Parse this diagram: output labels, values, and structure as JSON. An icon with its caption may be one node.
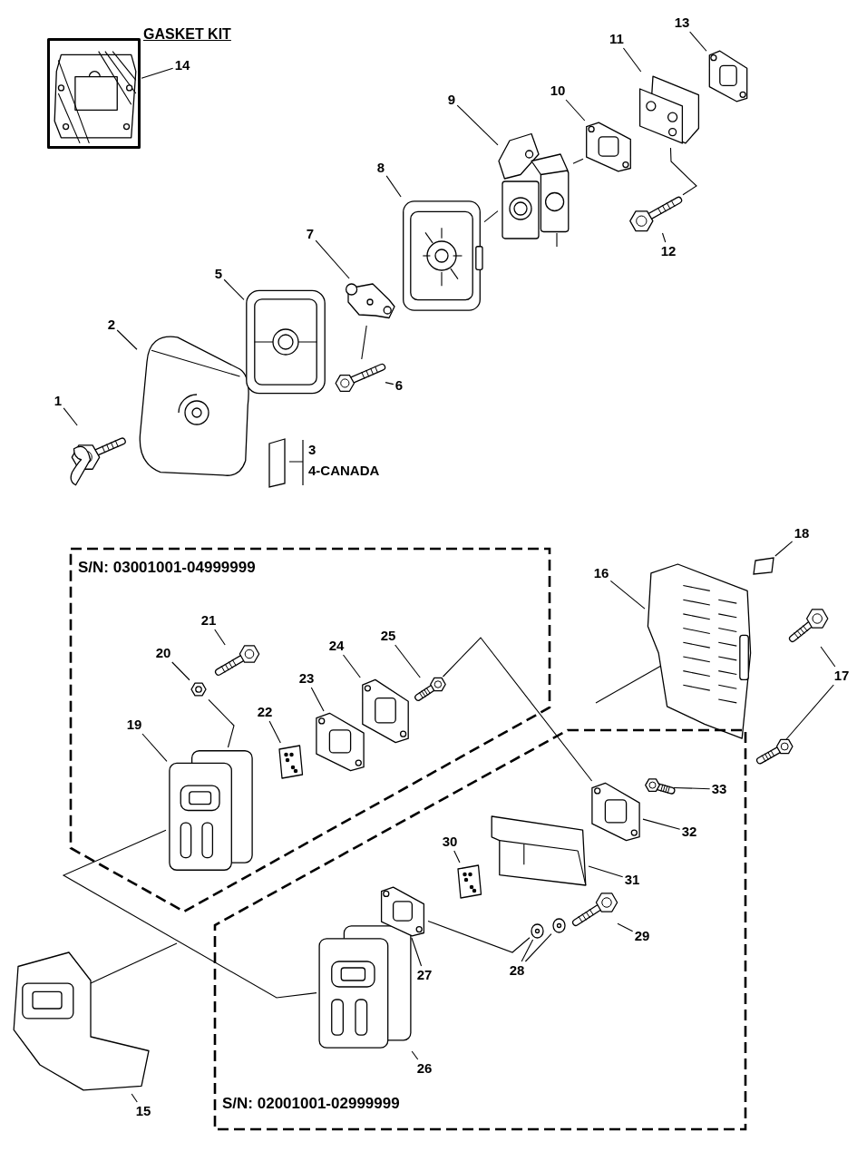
{
  "diagram": {
    "nodes": [
      {
        "text": [
          "14"
        ]
      },
      {
        "text": [],
        "shape": "picture"
      },
      {
        "text": [
          "1"
        ]
      },
      {
        "text": [],
        "shape": "picture"
      },
      {
        "text": [
          "2"
        ]
      },
      {
        "text": [],
        "shape": "picture"
      },
      {
        "text": [
          "5"
        ]
      },
      {
        "text": [],
        "shape": "picture"
      },
      {
        "text": [
          "6"
        ]
      },
      {
        "text": [],
        "shape": "picture"
      },
      {
        "text": [
          "7"
        ]
      },
      {
        "text": [],
        "shape": "picture"
      },
      {
        "text": [
          "8"
        ]
      },
      {
        "text": [],
        "shape": "picture"
      },
      {
        "text": [
          "9"
        ]
      },
      {
        "text": [],
        "shape": "picture"
      },
      {
        "text": [
          "10"
        ]
      },
      {
        "text": [],
        "shape": "picture"
      },
      {
        "text": [
          "11"
        ]
      },
      {
        "text": [],
        "shape": "picture"
      },
      {
        "text": [
          "12"
        ]
      },
      {
        "text": [],
        "shape": "picture"
      },
      {
        "text": [
          "13"
        ]
      },
      {
        "text": [],
        "shape": "picture"
      },
      {
        "text": [
          "S/N: 03001001-04999999"
        ]
      },
      {
        "text": [
          "19"
        ],
        "in": 24
      },
      {
        "text": [],
        "shape": "picture",
        "in": 24
      },
      {
        "text": [
          "20"
        ],
        "in": 24
      },
      {
        "text": [],
        "shape": "picture",
        "in": 24
      },
      {
        "text": [
          "21"
        ],
        "in": 24
      },
      {
        "text": [],
        "shape": "picture",
        "in": 24
      },
      {
        "text": [
          "22"
        ],
        "in": 24
      },
      {
        "text": [],
        "shape": "picture",
        "in": 24
      },
      {
        "text": [
          "23"
        ],
        "in": 24
      },
      {
        "text": [],
        "shape": "picture",
        "in": 24
      },
      {
        "text": [
          "24"
        ],
        "in": 24
      },
      {
        "text": [],
        "shape": "picture",
        "in": 24
      },
      {
        "text": [
          "25"
        ],
        "in": 24
      },
      {
        "text": [],
        "shape": "picture",
        "in": 24
      },
      {
        "text": [
          "16"
        ]
      },
      {
        "text": [],
        "shape": "picture"
      },
      {
        "text": [
          "17"
        ]
      },
      {
        "text": [],
        "shape": "picture"
      },
      {
        "text": [],
        "shape": "picture"
      },
      {
        "text": [
          "18"
        ]
      },
      {
        "text": [],
        "shape": "box"
      },
      {
        "text": [
          "S/N: 02001001-02999999"
        ]
      },
      {
        "text": [
          "26"
        ],
        "in": 46
      },
      {
        "text": [],
        "shape": "picture",
        "in": 46
      },
      {
        "text": [
          "27"
        ],
        "in": 46
      },
      {
        "text": [],
        "shape": "picture",
        "in": 46
      },
      {
        "text": [
          "28"
        ],
        "in": 46
      },
      {
        "text": [],
        "shape": "picture",
        "in": 46
      },
      {
        "text": [],
        "shape": "picture",
        "in": 46
      },
      {
        "text": [
          "29"
        ],
        "in": 46
      },
      {
        "text": [],
        "shape": "picture",
        "in": 46
      },
      {
        "text": [
          "30"
        ],
        "in": 46
      },
      {
        "text": [],
        "shape": "picture",
        "in": 46
      },
      {
        "text": [
          "31"
        ],
        "in": 46
      },
      {
        "text": [],
        "shape": "picture",
        "in": 46
      },
      {
        "text": [
          "32"
        ],
        "in": 46
      },
      {
        "text": [],
        "shape": "picture",
        "in": 46
      },
      {
        "text": [
          "33"
        ],
        "in": 46
      },
      {
        "text": [],
        "shape": "picture",
        "in": 46
      },
      {
        "text": [
          "15"
        ]
      },
      {
        "text": [],
        "shape": "picture"
      }
    ],
    "edges": [
      {
        "from": 0,
        "to": 1,
        "arrow": "none"
      },
      {
        "from": 2,
        "to": 3,
        "arrow": "none"
      },
      {
        "from": 4,
        "to": 5,
        "arrow": "none"
      },
      {
        "from": 6,
        "to": 7,
        "arrow": "none"
      },
      {
        "from": 8,
        "to": 9,
        "arrow": "none"
      },
      {
        "from": 10,
        "to": 11,
        "arrow": "none"
      },
      {
        "from": 12,
        "to": 13,
        "arrow": "none"
      },
      {
        "from": 14,
        "to": 15,
        "arrow": "none"
      },
      {
        "from": 16,
        "to": 17,
        "arrow": "none"
      },
      {
        "from": 18,
        "to": 19,
        "arrow": "none"
      },
      {
        "from": 20,
        "to": 21,
        "arrow": "none"
      },
      {
        "from": 22,
        "to": 23,
        "arrow": "none"
      },
      {
        "from": 25,
        "to": 26,
        "arrow": "none"
      },
      {
        "from": 27,
        "to": 28,
        "arrow": "none"
      },
      {
        "from": 29,
        "to": 30,
        "arrow": "none"
      },
      {
        "from": 31,
        "to": 32,
        "arrow": "none"
      },
      {
        "from": 33,
        "to": 34,
        "arrow": "none"
      },
      {
        "from": 35,
        "to": 36,
        "arrow": "none"
      },
      {
        "from": 37,
        "to": 38,
        "arrow": "none"
      },
      {
        "from": 39,
        "to": 40,
        "arrow": "none"
      },
      {
        "from": 41,
        "to": 42,
        "arrow": "none"
      },
      {
        "from": 41,
        "to": 43,
        "arrow": "none"
      },
      {
        "from": 44,
        "to": 45,
        "arrow": "none"
      },
      {
        "from": 47,
        "to": 48,
        "arrow": "none"
      },
      {
        "from": 49,
        "to": 50,
        "arrow": "none"
      },
      {
        "from": 51,
        "to": 52,
        "arrow": "none"
      },
      {
        "from": 51,
        "to": 53,
        "arrow": "none"
      },
      {
        "from": 54,
        "to": 55,
        "arrow": "none"
      },
      {
        "from": 56,
        "to": 57,
        "arrow": "none"
      },
      {
        "from": 58,
        "to": 59,
        "arrow": "none"
      },
      {
        "from": 60,
        "to": 61,
        "arrow": "none"
      },
      {
        "from": 62,
        "to": 63,
        "arrow": "none"
      },
      {
        "from": 64,
        "to": 65,
        "arrow": "none"
      },
      {
        "from": 21,
        "to": 19,
        "arrow": "none"
      },
      {
        "from": 15,
        "to": 17,
        "arrow": "none"
      },
      {
        "from": 13,
        "to": 15,
        "arrow": "none"
      },
      {
        "from": 9,
        "to": 11,
        "arrow": "none"
      },
      {
        "from": 28,
        "to": 26,
        "arrow": "none"
      },
      {
        "from": 38,
        "to": 61,
        "arrow": "none"
      },
      {
        "from": 26,
        "to": 48,
        "arrow": "none"
      },
      {
        "from": 50,
        "to": 52,
        "arrow": "none"
      },
      {
        "from": 65,
        "to": null,
        "arrow": "none"
      },
      {
        "from": 40,
        "to": null,
        "arrow": "none"
      }
    ],
    "labels": [
      "GASKET KIT",
      "3",
      "4-CANADA"
    ]
  }
}
